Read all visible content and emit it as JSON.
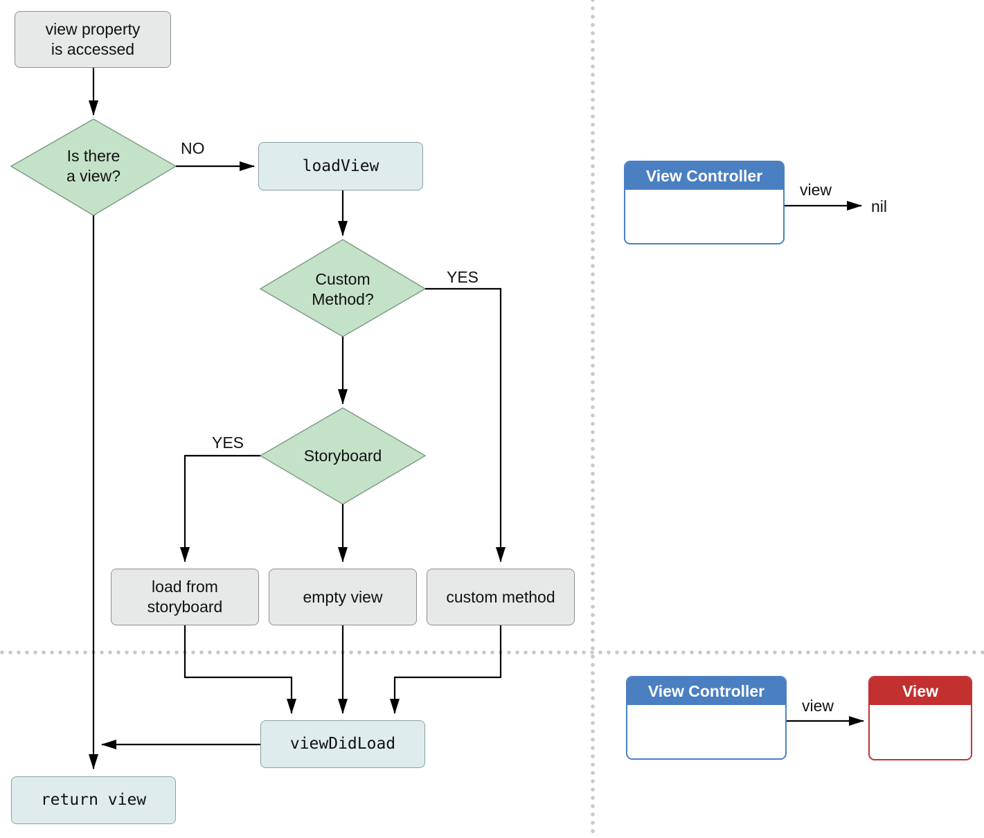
{
  "flow": {
    "start": "view property\nis accessed",
    "decision_view": "Is there\na view?",
    "edge_no": "NO",
    "load_view": "loadView",
    "decision_custom": "Custom\nMethod?",
    "edge_yes_custom": "YES",
    "decision_storyboard": "Storyboard",
    "edge_yes_storyboard": "YES",
    "load_from_storyboard": "load from\nstoryboard",
    "empty_view": "empty view",
    "custom_method": "custom method",
    "view_did_load": "viewDidLoad",
    "return_view": "return view"
  },
  "state_before": {
    "controller_title": "View Controller",
    "edge_label": "view",
    "target": "nil"
  },
  "state_after": {
    "controller_title": "View Controller",
    "edge_label": "view",
    "target_title": "View"
  },
  "colors": {
    "decision_fill": "#c4e2c8",
    "decision_stroke": "#7e9c84",
    "gray_fill": "#e7e8e8",
    "code_fill": "#dfeced",
    "controller_blue": "#4a7fc1",
    "view_red": "#c2302f",
    "divider": "#c8c8c8"
  }
}
